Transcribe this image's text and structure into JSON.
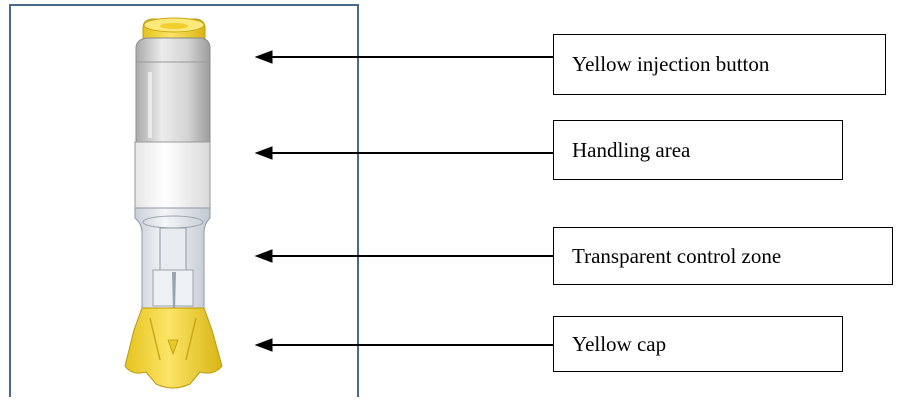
{
  "diagram": {
    "labels": [
      {
        "id": "injection-button",
        "text": "Yellow injection button"
      },
      {
        "id": "handling-area",
        "text": "Handling area"
      },
      {
        "id": "control-zone",
        "text": "Transparent control zone"
      },
      {
        "id": "cap",
        "text": "Yellow cap"
      }
    ]
  },
  "colors": {
    "frame": "#4a6a8a",
    "pen_yellow": "#f2d33a",
    "pen_grey": "#cfcfcf",
    "pen_white": "#ffffff",
    "pen_transparent": "#dfe4ea",
    "arrow": "#000000"
  }
}
